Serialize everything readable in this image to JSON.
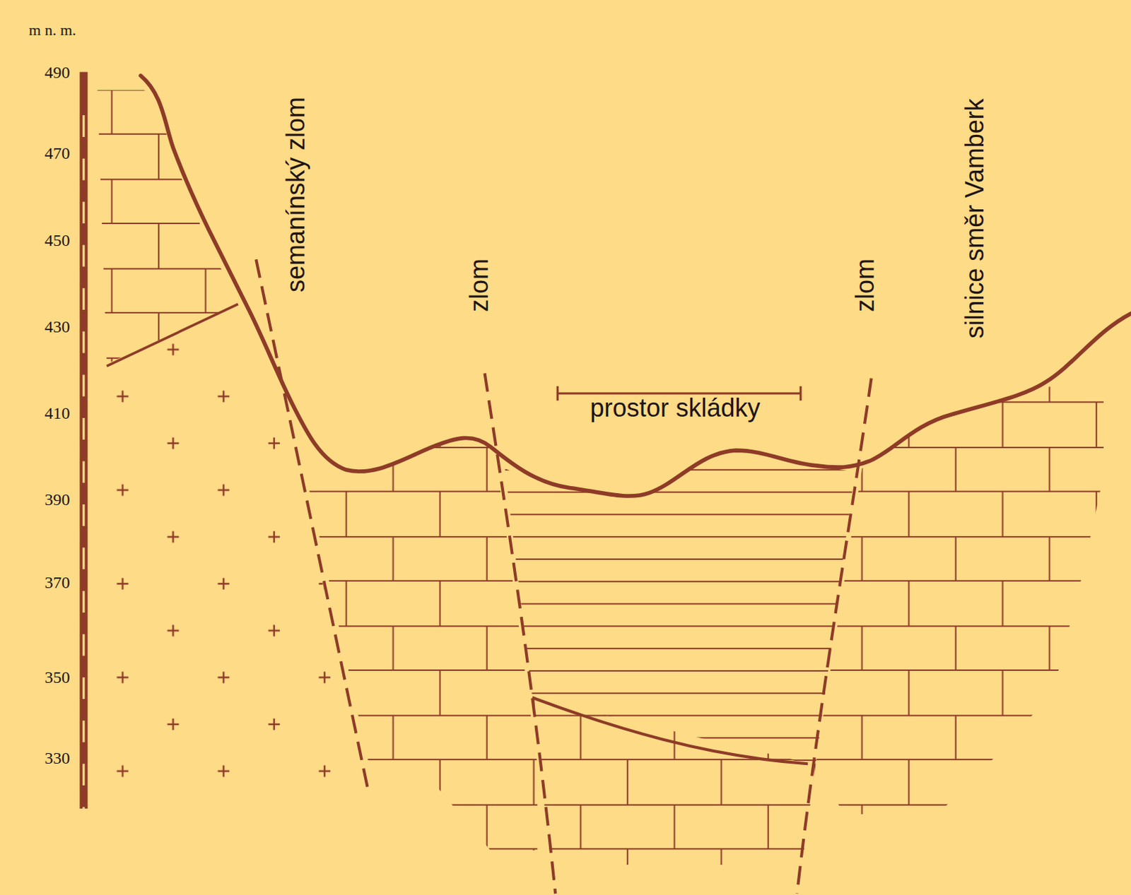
{
  "diagram": {
    "labels": [
      "m n. m.",
      "490",
      "470",
      "450",
      "430",
      "410",
      "390",
      "370",
      "350",
      "330",
      "semanínský zlom",
      "zlom",
      "zlom",
      "silnice směr Vamberk",
      "prostor skládky"
    ]
  }
}
